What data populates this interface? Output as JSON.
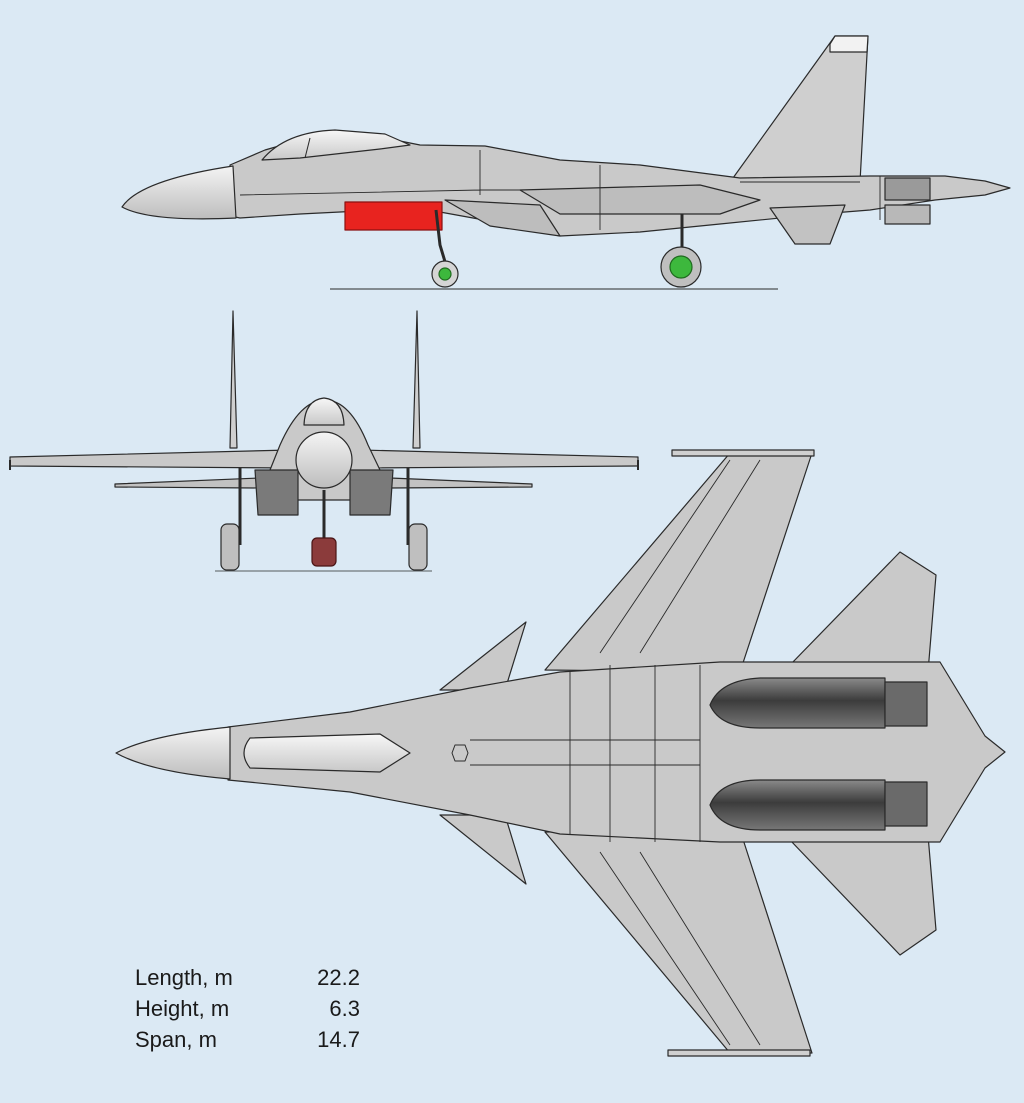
{
  "colors": {
    "background": "#dbe9f4",
    "airframe": "#c9c9c9",
    "airframe_light": "#d7d7d7",
    "outline": "#2a2a2a",
    "radome": "#e6e6e6",
    "highlight_red": "#e8231f",
    "highlight_green": "#3db83d",
    "nozzle_dark": "#555555"
  },
  "views": [
    "side-view",
    "front-view",
    "top-view"
  ],
  "specs": [
    {
      "label": "Length, m",
      "value": "22.2"
    },
    {
      "label": "Height, m",
      "value": "6.3"
    },
    {
      "label": "Span, m",
      "value": "14.7"
    }
  ]
}
